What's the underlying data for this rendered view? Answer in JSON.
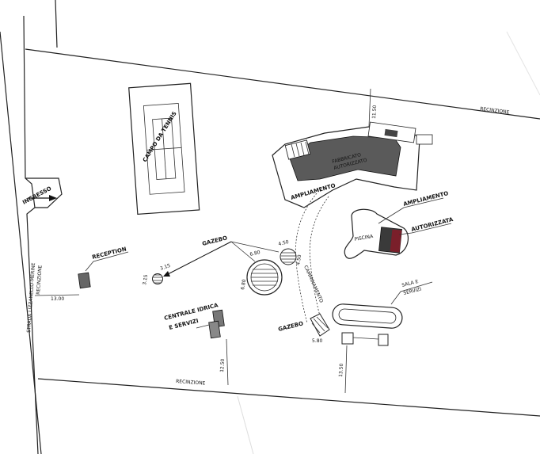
{
  "labels": {
    "road": "STRADA LIZZANELLO-MERINE",
    "ingresso": "INGRESSO",
    "tennis": "CAMPO DA TENNIS",
    "reception": "RECEPTION",
    "recinzione_left": "RECINZIONE",
    "recinzione_top": "RECINZIONE",
    "recinzione_bottom": "RECINZIONE",
    "gazebo_top": "GAZEBO",
    "gazebo_bottom": "GAZEBO",
    "fabbricato_1": "FABBRICATO",
    "fabbricato_2": "AUTORIZZATO",
    "ampliamento_main": "AMPLIAMENTO",
    "ampliamento_right": "AMPLIAMENTO",
    "autorizzata": "AUTORIZZATA",
    "piscina": "PISCINA",
    "camminamento": "CAMMINAMENTO",
    "sala_1": "SALA E",
    "sala_2": "SERVIZI",
    "centrale_1": "CENTRALE IDRICA",
    "centrale_2": "E SERVIZI"
  },
  "dimensions": {
    "d_11_50": "11.50",
    "d_13_00": "13.00",
    "d_3_15_a": "3.15",
    "d_3_15_b": "3.15",
    "d_4_50_a": "4.50",
    "d_4_50_b": "4.50",
    "d_6_80_a": "6.80",
    "d_6_80_b": "6.80",
    "d_5_80": "5.80",
    "d_12_50": "12.50",
    "d_13_50": "13.50"
  }
}
